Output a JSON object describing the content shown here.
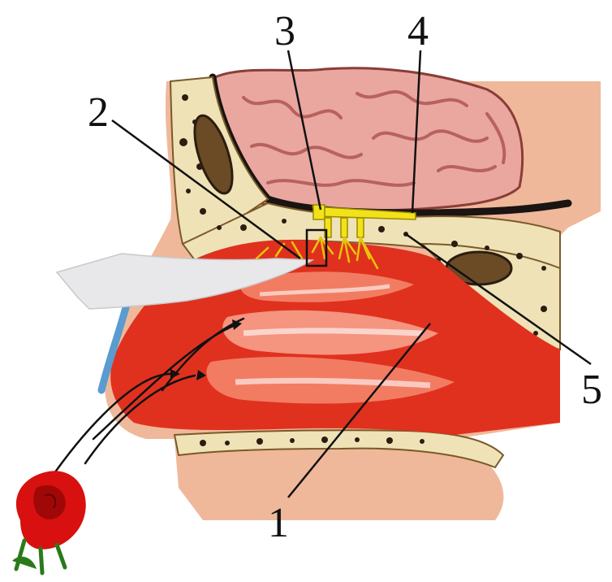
{
  "diagram": {
    "labels": [
      {
        "id": "1",
        "text": "1"
      },
      {
        "id": "2",
        "text": "2"
      },
      {
        "id": "3",
        "text": "3"
      },
      {
        "id": "4",
        "text": "4"
      },
      {
        "id": "5",
        "text": "5"
      }
    ]
  },
  "colors": {
    "mucosa": "#e0311f",
    "mucosa_dark": "#b0180f",
    "mucosa_light": "#f58a6e",
    "bone": "#efe2b6",
    "bone_pore": "#2b1d10",
    "brain": "#e9a7a0",
    "brain_fold": "#b8615d",
    "nerve": "#f2e21a",
    "air": "#e8e8ea",
    "rose": "#d81010",
    "leader": "#111111"
  }
}
